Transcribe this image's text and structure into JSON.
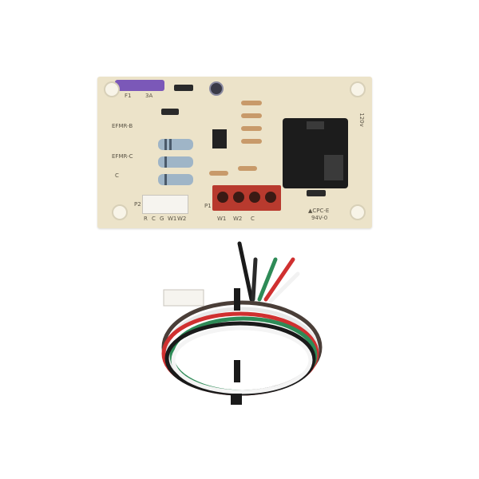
{
  "image": {
    "subject": "HVAC fan control circuit board with wire harness",
    "board": {
      "fuse_labels": [
        "F1",
        "3A"
      ],
      "left_labels": [
        "EFMR-B",
        "EFMR-C",
        "C"
      ],
      "connector_p2": {
        "label": "P2",
        "pins": [
          "R",
          "C",
          "G",
          "W1",
          "W2"
        ]
      },
      "connector_p1": {
        "label": "P1",
        "pins": [
          "W1",
          "W2",
          "C"
        ]
      },
      "marking": [
        "▲CPC-E",
        "94V-0"
      ],
      "right_edge_text": "120v",
      "relay_color": "#1c1c1c",
      "board_color": "#ece3c9",
      "p1_color": "#b83a2e",
      "fuse_color": "#7b58b8"
    },
    "harness": {
      "connector": "5-pin white plug",
      "wire_colors": [
        "#1a1a1a",
        "#ffffff",
        "#2e8b57",
        "#d03030",
        "#5a4a40"
      ],
      "ties": 3
    }
  }
}
